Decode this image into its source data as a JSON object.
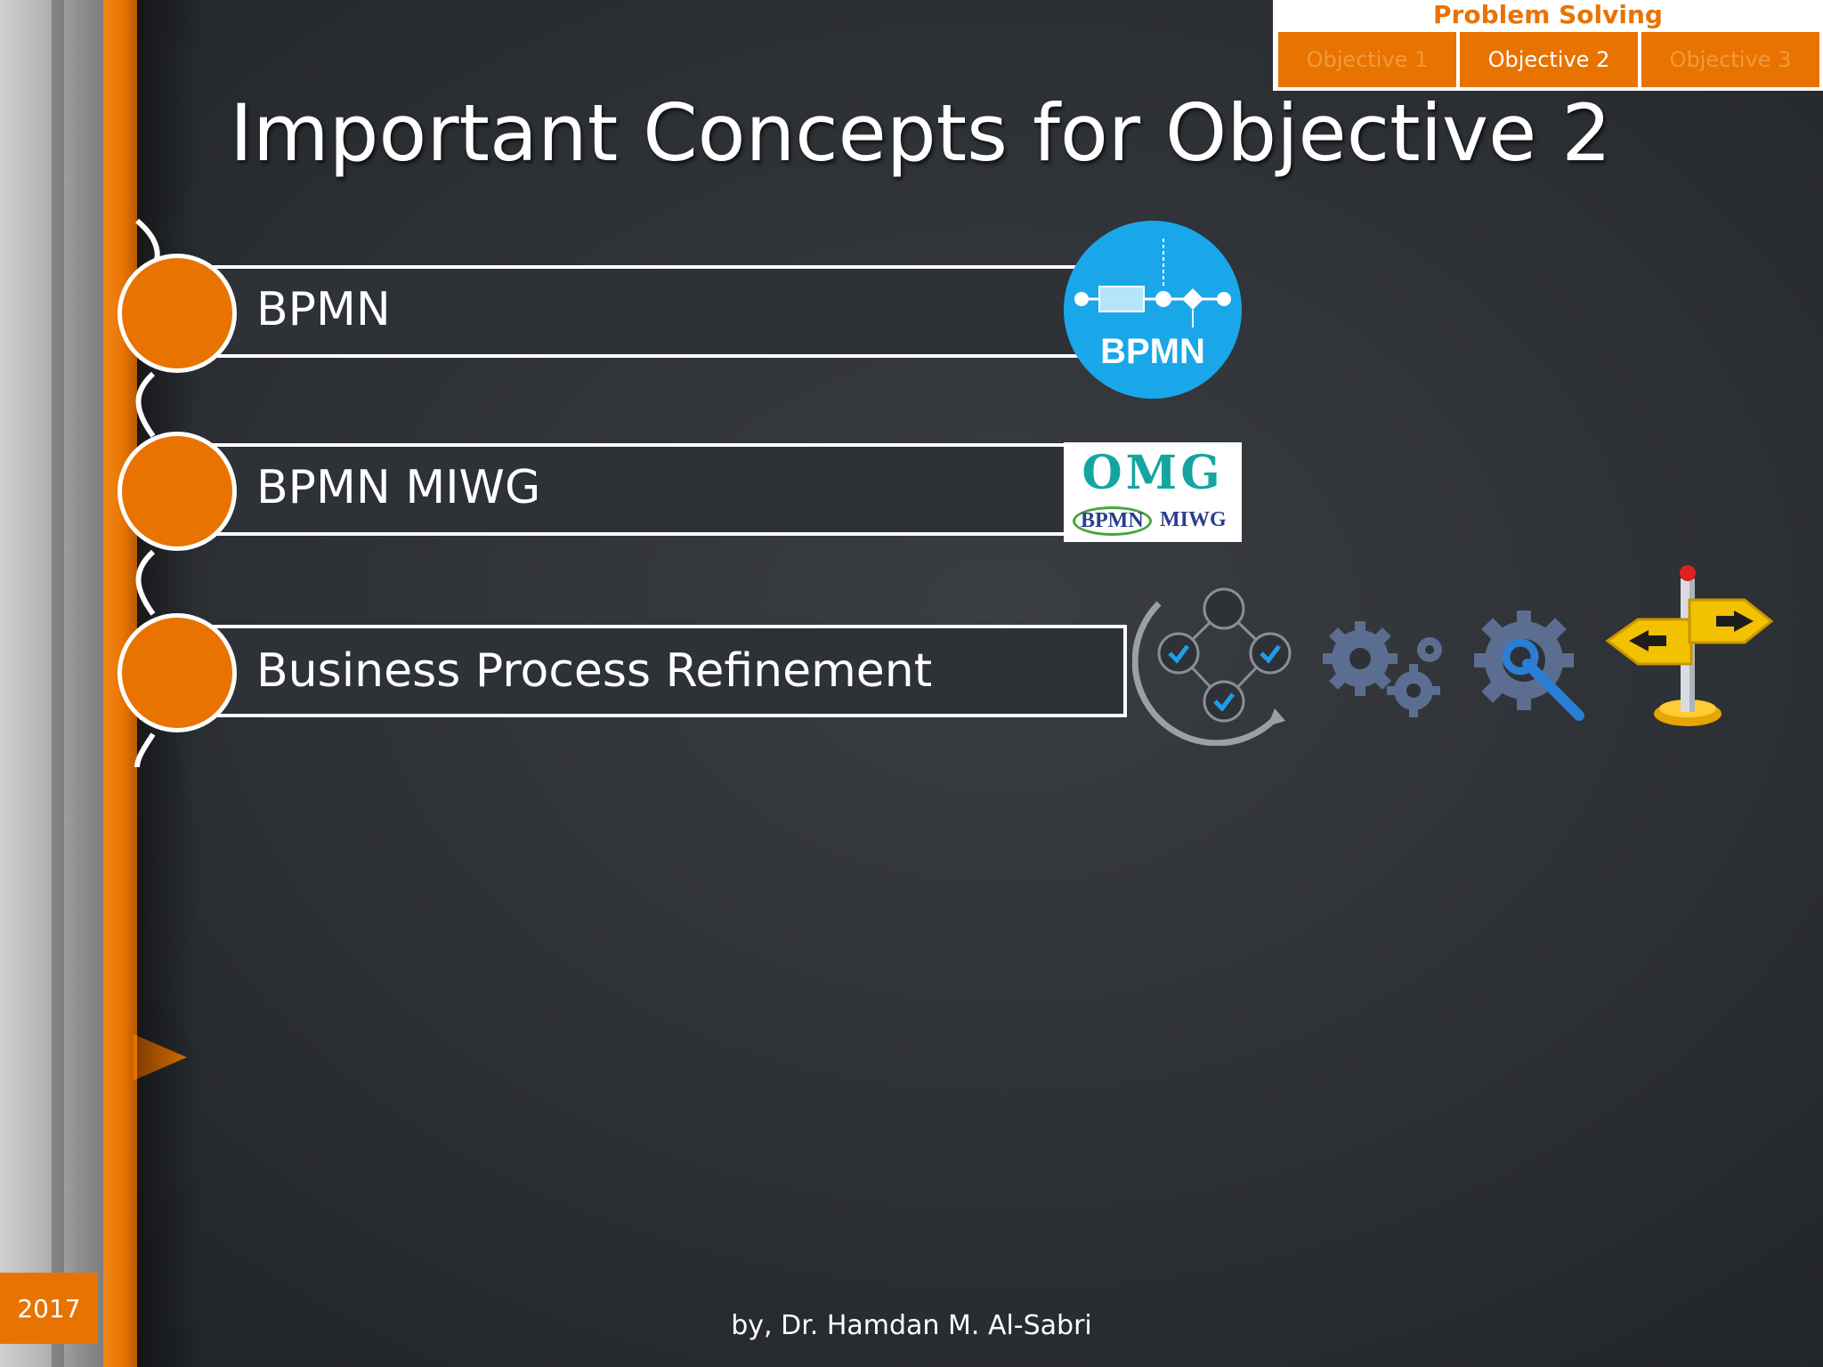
{
  "slide": {
    "title": "Important Concepts for Objective 2",
    "year": "2017",
    "footer": "by, Dr. Hamdan M. Al-Sabri"
  },
  "nav": {
    "title": "Problem Solving",
    "tabs": [
      {
        "label": "Objective 1",
        "active": false
      },
      {
        "label": "Objective 2",
        "active": true
      },
      {
        "label": "Objective 3",
        "active": false
      }
    ]
  },
  "items": [
    {
      "label": "BPMN"
    },
    {
      "label": "BPMN MIWG"
    },
    {
      "label": "Business Process Refinement"
    }
  ],
  "logos": {
    "bpmn_text": "BPMN",
    "omg_text": "OMG",
    "omg_bpmn_text": "BPMN",
    "omg_miwg_text": "MIWG"
  },
  "colors": {
    "accent": "#e97300",
    "background": "#2e3136",
    "bpmn_blue": "#1aa7ea"
  },
  "icons": [
    "process-cycle-icon",
    "gears-icon",
    "gear-wrench-icon",
    "signpost-icon"
  ]
}
